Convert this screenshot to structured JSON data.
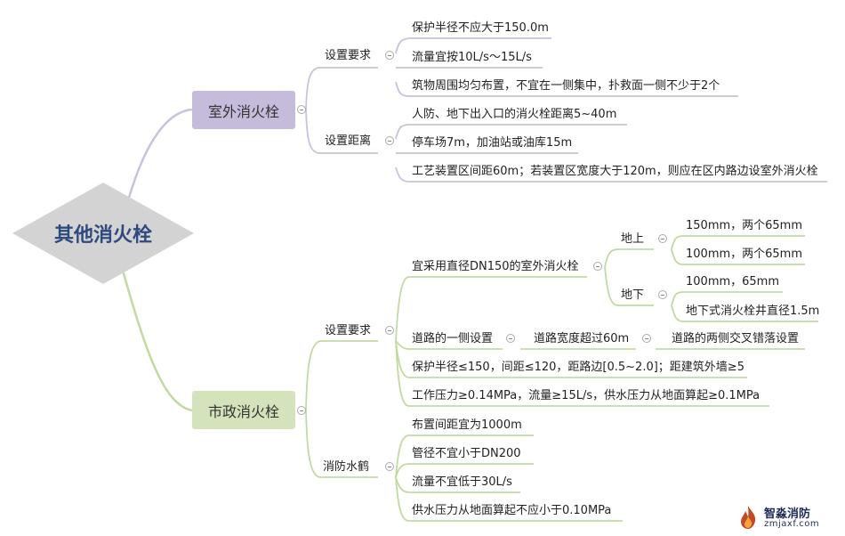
{
  "root": {
    "title": "其他消火栓"
  },
  "outdoor": {
    "title": "室外消火栓",
    "req": {
      "label": "设置要求",
      "items": [
        "保护半径不应大于150.0m",
        "流量宜按10L/s～15L/s",
        "筑物周围均匀布置，不宜在一侧集中，扑救面一侧不少于2个"
      ]
    },
    "dist": {
      "label": "设置距离",
      "items": [
        "人防、地下出入口的消火栓距离5~40m",
        "停车场7m，加油站或油库15m",
        "工艺装置区间距60m；若装置区宽度大于120m，则应在区内路边设室外消火栓"
      ]
    }
  },
  "municipal": {
    "title": "市政消火栓",
    "req": {
      "label": "设置要求",
      "dn150": {
        "label": "宜采用直径DN150的室外消火栓",
        "above": {
          "label": "地上",
          "items": [
            "150mm，两个65mm",
            "100mm，两个65mm"
          ]
        },
        "below": {
          "label": "地下",
          "items": [
            "100mm，65mm",
            "地下式消火栓井直径1.5m"
          ]
        }
      },
      "road": {
        "a": "道路的一侧设置",
        "b": "道路宽度超过60m",
        "c": "道路的两侧交叉错落设置"
      },
      "items": [
        "保护半径≤150，间距≤120，距路边[0.5~2.0]；距建筑外墙≥5",
        "工作压力≥0.14MPa，流量≥15L/s，供水压力从地面算起≥0.1MPa"
      ]
    },
    "crane": {
      "label": "消防水鹤",
      "items": [
        "布置间距宜为1000m",
        "管径不宜小于DN200",
        "流量不宜低于30L/s",
        "供水压力从地面算起不应小于0.10MPa"
      ]
    }
  },
  "logo": {
    "name": "智淼消防",
    "url": "zmjaxf.com"
  },
  "colors": {
    "purple_line": "#c9c1de",
    "green_line": "#c3d9a2",
    "root_fill": "#d3d3d3",
    "root_text": "#2f4a7e"
  }
}
